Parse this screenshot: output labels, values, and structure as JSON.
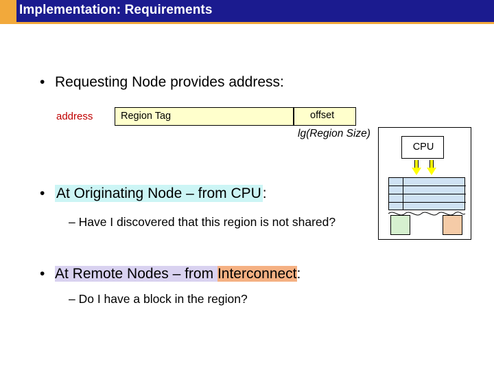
{
  "slide": {
    "title": "Implementation: Requirements",
    "title_bg": "#1b1b8f",
    "accent": "#f2a93b"
  },
  "bullets": {
    "b1": "Requesting Node provides address:",
    "b2_pre": "At Originating Node – from CPU",
    "b2_post": ":",
    "b2_sub": "–  Have I discovered that this region is not shared?",
    "b3_pre": "At Remote Nodes – from ",
    "b3_mid": "Interconnect",
    "b3_post": ":",
    "b3_sub": "–  Do I have a block in the region?",
    "bullet_glyph": "•",
    "dash_glyph": "–"
  },
  "address_diagram": {
    "address_label": "address",
    "address_label_color": "#c00000",
    "region_tag": "Region Tag",
    "offset": "offset",
    "lg_region_size": "lg(Region Size)",
    "box_fill": "#ffffcc"
  },
  "node_picture": {
    "cpu_label": "CPU",
    "arrow_color": "#ffff00",
    "memory_fill": "#cfe2f3",
    "green_block_fill": "#d6f0cf",
    "orange_block_fill": "#f5cba7"
  }
}
